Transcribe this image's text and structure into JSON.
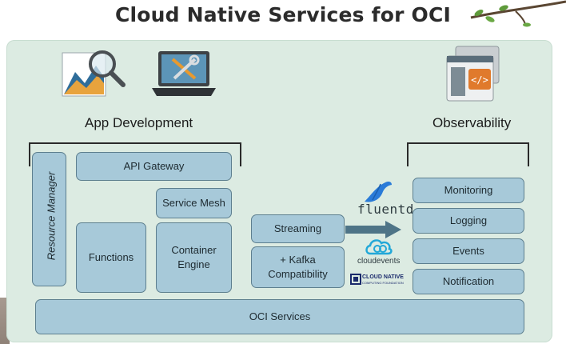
{
  "title": "Cloud Native Services for OCI",
  "sections": {
    "app_development": "App Development",
    "observability": "Observability"
  },
  "app_dev_boxes": {
    "resource_manager": "Resource Manager",
    "api_gateway": "API Gateway",
    "service_mesh": "Service Mesh",
    "functions": "Functions",
    "container_engine": "Container Engine"
  },
  "streaming_boxes": {
    "streaming": "Streaming",
    "kafka": "+ Kafka Compatibility"
  },
  "observability_boxes": {
    "monitoring": "Monitoring",
    "logging": "Logging",
    "events": "Events",
    "notification": "Notification"
  },
  "base": {
    "oci_services": "OCI Services"
  },
  "logos": {
    "fluentd": "fluentd",
    "cloudevents": "cloudevents",
    "cncf_line1": "CLOUD NATIVE",
    "cncf_line2": "COMPUTING FOUNDATION"
  },
  "colors": {
    "panel": "#dcebe2",
    "box_fill": "#a7c9d9",
    "box_border": "#5d7f8f",
    "arrow": "#4e7487"
  }
}
